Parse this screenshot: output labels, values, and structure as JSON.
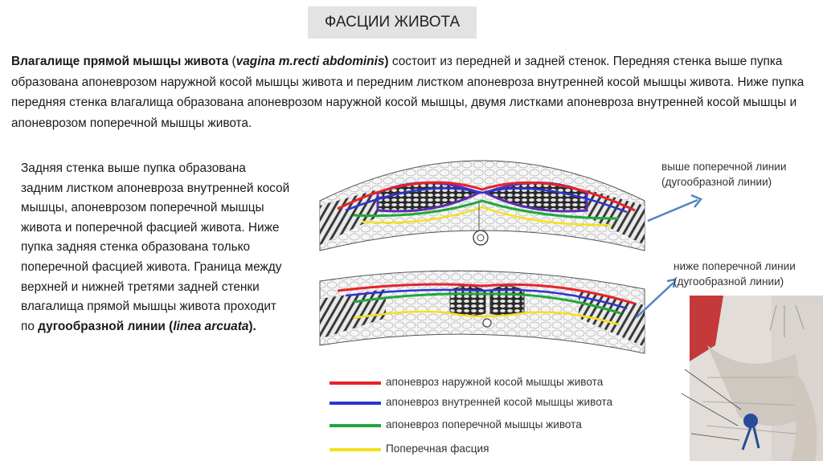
{
  "page": {
    "title": "ФАСЦИИ ЖИВОТА"
  },
  "intro": {
    "term": "Влагалище прямой мышцы живота",
    "paren_open": " (",
    "latin": "vagina m.recti abdominis",
    "paren_close": ")",
    "rest": " состоит из передней и задней стенок. Передняя стенка выше пупка образована апоневрозом наружной косой мышцы живота и передним листком апоневроза внутренней косой мышцы живота. Ниже пупка передняя стенка влагалища образована апоневрозом наружной косой мышцы, двумя листками апоневроза внутренней косой мышцы и апоневрозом поперечной мышцы живота."
  },
  "left": {
    "body": "Задняя стенка выше пупка образована задним листком апоневроза внутренней косой мышцы, апоневрозом поперечной мышцы живота и поперечной фасцией живота. Ниже пупка задняя стенка образована только поперечной фасцией живота. Граница между верхней и нижней третями задней стенки влагалища прямой мышцы живота проходит по ",
    "term": "дугообразной линии",
    "paren_open": " (",
    "latin": "linea arcuata",
    "paren_close": ")."
  },
  "diagram": {
    "label_upper": [
      "выше поперечной линии",
      "(дугообразной линии)"
    ],
    "label_lower": [
      "ниже поперечной линии",
      "(дугообразной линии)"
    ]
  },
  "legend": [
    {
      "color": "#e8222b",
      "text": "апоневроз наружной косой мышцы живота"
    },
    {
      "color": "#2b34d6",
      "text": "апоневроз внутренней косой мышцы живота"
    },
    {
      "color": "#1fa83a",
      "text": "апоневроз поперечной мышцы живота"
    },
    {
      "color": "#f2e21e",
      "text": "Поперечная фасция"
    }
  ]
}
